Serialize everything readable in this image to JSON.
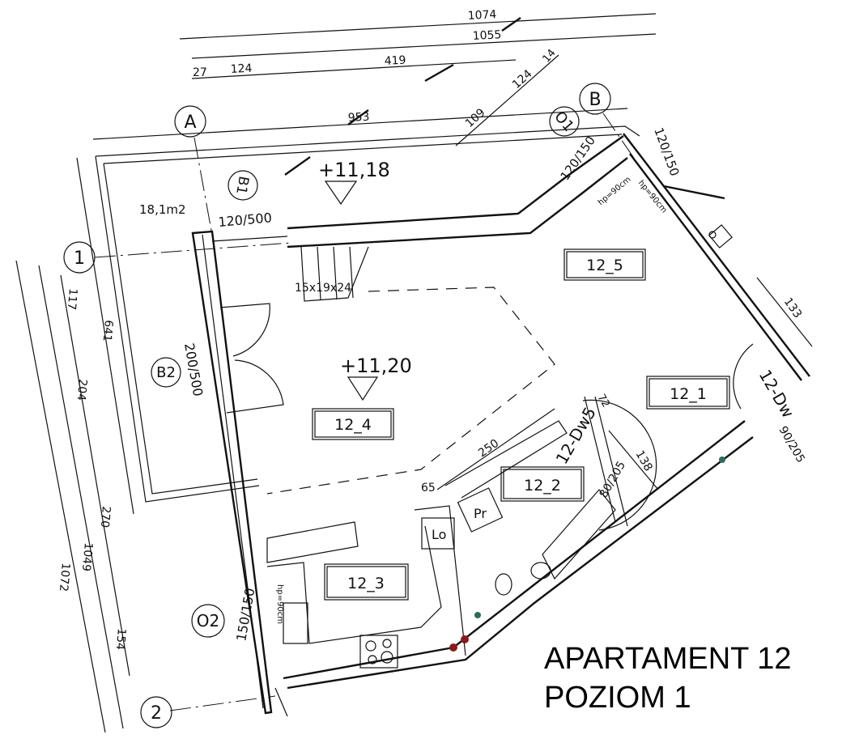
{
  "title": {
    "line1": "APARTAMENT 12",
    "line2": "POZIOM 1"
  },
  "grid_axes": {
    "a": "A",
    "b": "B",
    "one": "1",
    "two": "2"
  },
  "openings": {
    "o1": "O1",
    "o2": "O2",
    "b1": "B1",
    "b2": "B2",
    "o1_size": "120/150",
    "o1_size_2": "120/150",
    "o2_size": "150/150",
    "b1_size": "120/500",
    "b2_size": "200/500",
    "hp1": "hp=90cm",
    "hp2": "hp=90cm",
    "hp3": "hp=90cm"
  },
  "doors": {
    "dw5": "12-Dw5",
    "dw5_size": "80/205",
    "dw": "12-Dw",
    "dw_size": "90/205"
  },
  "levels": {
    "terrace": "+11,18",
    "floor": "+11,20"
  },
  "terrace_area": "18,1m2",
  "stairs": "15x19x24",
  "rooms": [
    "12_1",
    "12_2",
    "12_3",
    "12_4",
    "12_5"
  ],
  "fixtures": {
    "pr": "Pr",
    "lo": "Lo"
  },
  "dimensions": {
    "top": [
      "1074",
      "1055",
      "27",
      "124",
      "419",
      "953"
    ],
    "diagonal": [
      "109",
      "124",
      "14"
    ],
    "left": [
      "117",
      "641",
      "204",
      "270",
      "1049",
      "1072",
      "154"
    ],
    "interior": [
      "250",
      "65",
      "72",
      "138",
      "133"
    ]
  }
}
